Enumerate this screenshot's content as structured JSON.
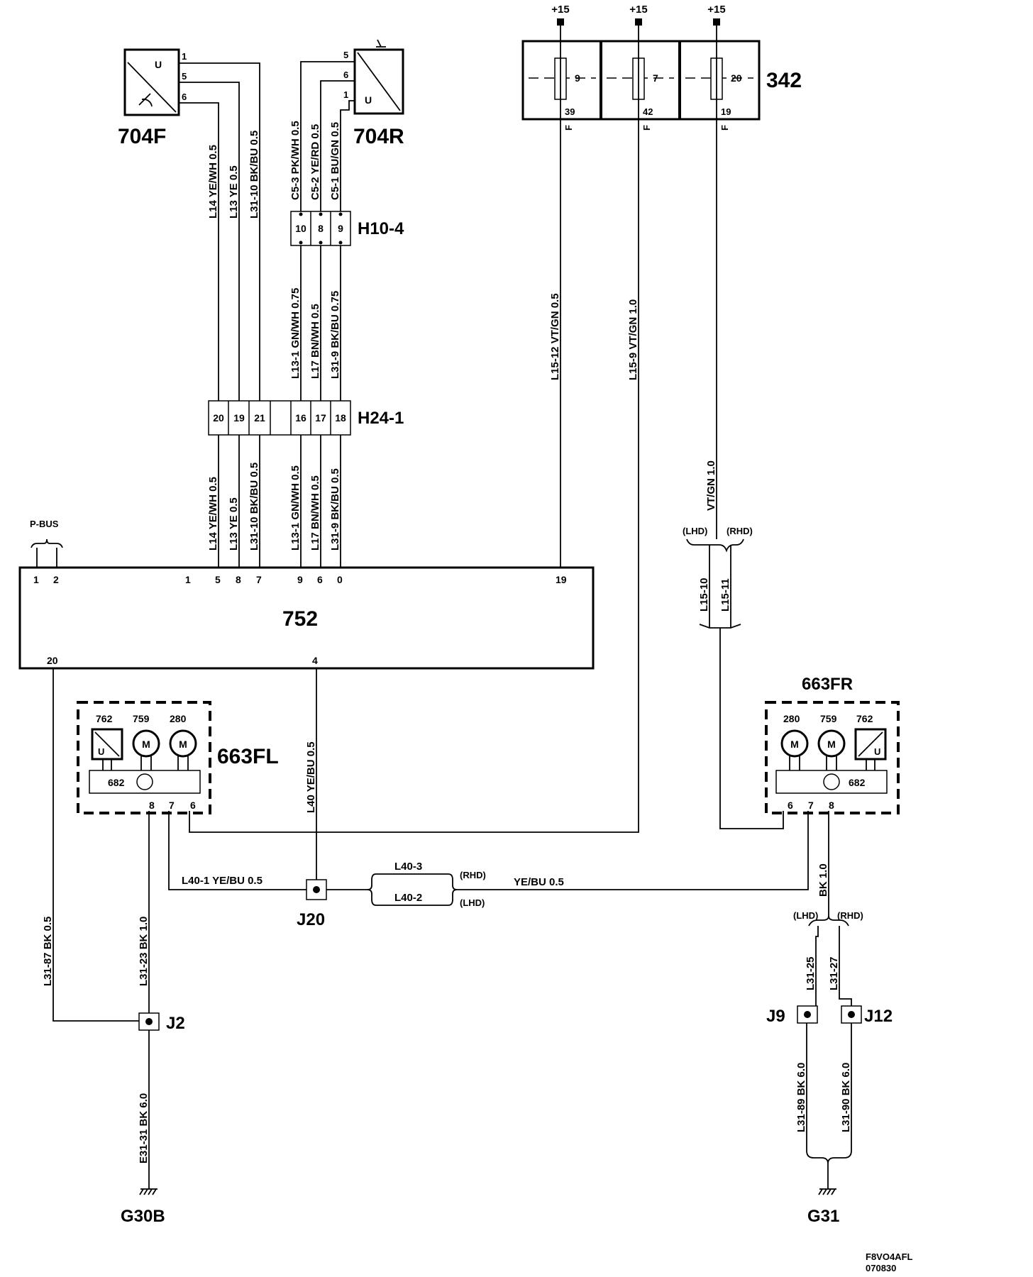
{
  "components": {
    "c704F": "704F",
    "c704R": "704R",
    "c342": "342",
    "cH10": "H10-4",
    "cH24": "H24-1",
    "c752": "752",
    "c663FL": "663FL",
    "c663FR": "663FR",
    "cJ20": "J20",
    "cJ2": "J2",
    "cJ9": "J9",
    "cJ12": "J12",
    "cG30B": "G30B",
    "cG31": "G31",
    "pbus": "P-BUS"
  },
  "power": {
    "p15": "+15"
  },
  "fuses": [
    {
      "num": "9",
      "pin": "39",
      "f": "F"
    },
    {
      "num": "7",
      "pin": "42",
      "f": "F"
    },
    {
      "num": "20",
      "pin": "19",
      "f": "F"
    }
  ],
  "sensor704F": {
    "u": "U",
    "pins": [
      "1",
      "5",
      "6"
    ]
  },
  "sensor704R": {
    "u": "U",
    "pins": [
      "5",
      "6",
      "1"
    ]
  },
  "h10pins": [
    "10",
    "8",
    "9"
  ],
  "h24pins": [
    "20",
    "19",
    "21",
    "16",
    "17",
    "18"
  ],
  "ecuPinsTop": [
    "1",
    "2",
    "1",
    "5",
    "8",
    "7",
    "9",
    "6",
    "0",
    "19"
  ],
  "ecuPinsBottom": [
    "20",
    "4"
  ],
  "fl": {
    "labels": [
      "762",
      "759",
      "280"
    ],
    "m": "M",
    "u": "U",
    "sub": "682",
    "pins": [
      "8",
      "7",
      "6"
    ]
  },
  "fr": {
    "labels": [
      "280",
      "759",
      "762"
    ],
    "m": "M",
    "u": "U",
    "sub": "682",
    "pins": [
      "6",
      "7",
      "8"
    ]
  },
  "wires": {
    "w1": "L14  YE/WH  0.5",
    "w2": "L13  YE   0.5",
    "w3": "L31-10  BK/BU  0.5",
    "w4": "C5-3  PK/WH  0.5",
    "w5": "C5-2  YE/RD  0.5",
    "w6": "C5-1  BU/GN  0.5",
    "w7": "L13-1  GN/WH  0.75",
    "w8": "L17  BN/WH  0.5",
    "w9": "L31-9  BK/BU  0.75",
    "w10": "L14  YE/WH  0.5",
    "w11": "L13  YE  0.5",
    "w12": "L31-10  BK/BU  0.5",
    "w13": "L13-1  GN/WH  0.5",
    "w14": "L17  BN/WH  0.5",
    "w15": "L31-9  BK/BU  0.5",
    "w16": "L15-12  VT/GN  0.5",
    "w17": "L15-9  VT/GN  1.0",
    "w18": "VT/GN  1.0",
    "w19": "L15-10",
    "w20": "L15-11",
    "w21": "L40  YE/BU  0.5",
    "w22": "L40-1   YE/BU  0.5",
    "w23": "L40-3",
    "w24": "L40-2",
    "w25": "YE/BU  0.5",
    "w26": "BK  1.0",
    "w27": "L31-87  BK  0.5",
    "w28": "L31-23  BK  1.0",
    "w29": "E31-31  BK  6.0",
    "w30": "L31-25",
    "w31": "L31-27",
    "w32": "L31-89  BK  6.0",
    "w33": "L31-90  BK  6.0"
  },
  "variants": {
    "lhd": "(LHD)",
    "rhd": "(RHD)"
  },
  "footer": {
    "code": "F8VO4AFL",
    "date": "070830"
  }
}
